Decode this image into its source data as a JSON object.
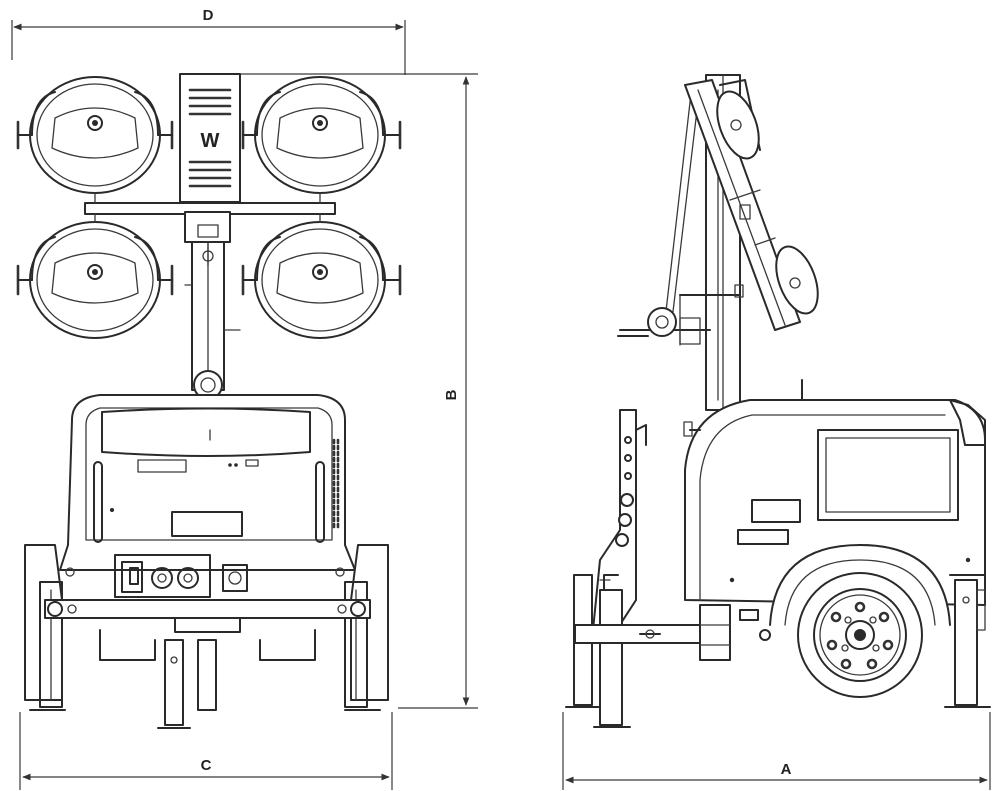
{
  "labels": {
    "dim_a": "A",
    "dim_b": "B",
    "dim_c": "C",
    "dim_d": "D"
  },
  "logo_letter": "W",
  "colors": {
    "line": "#2a2a2a",
    "background": "#ffffff"
  }
}
